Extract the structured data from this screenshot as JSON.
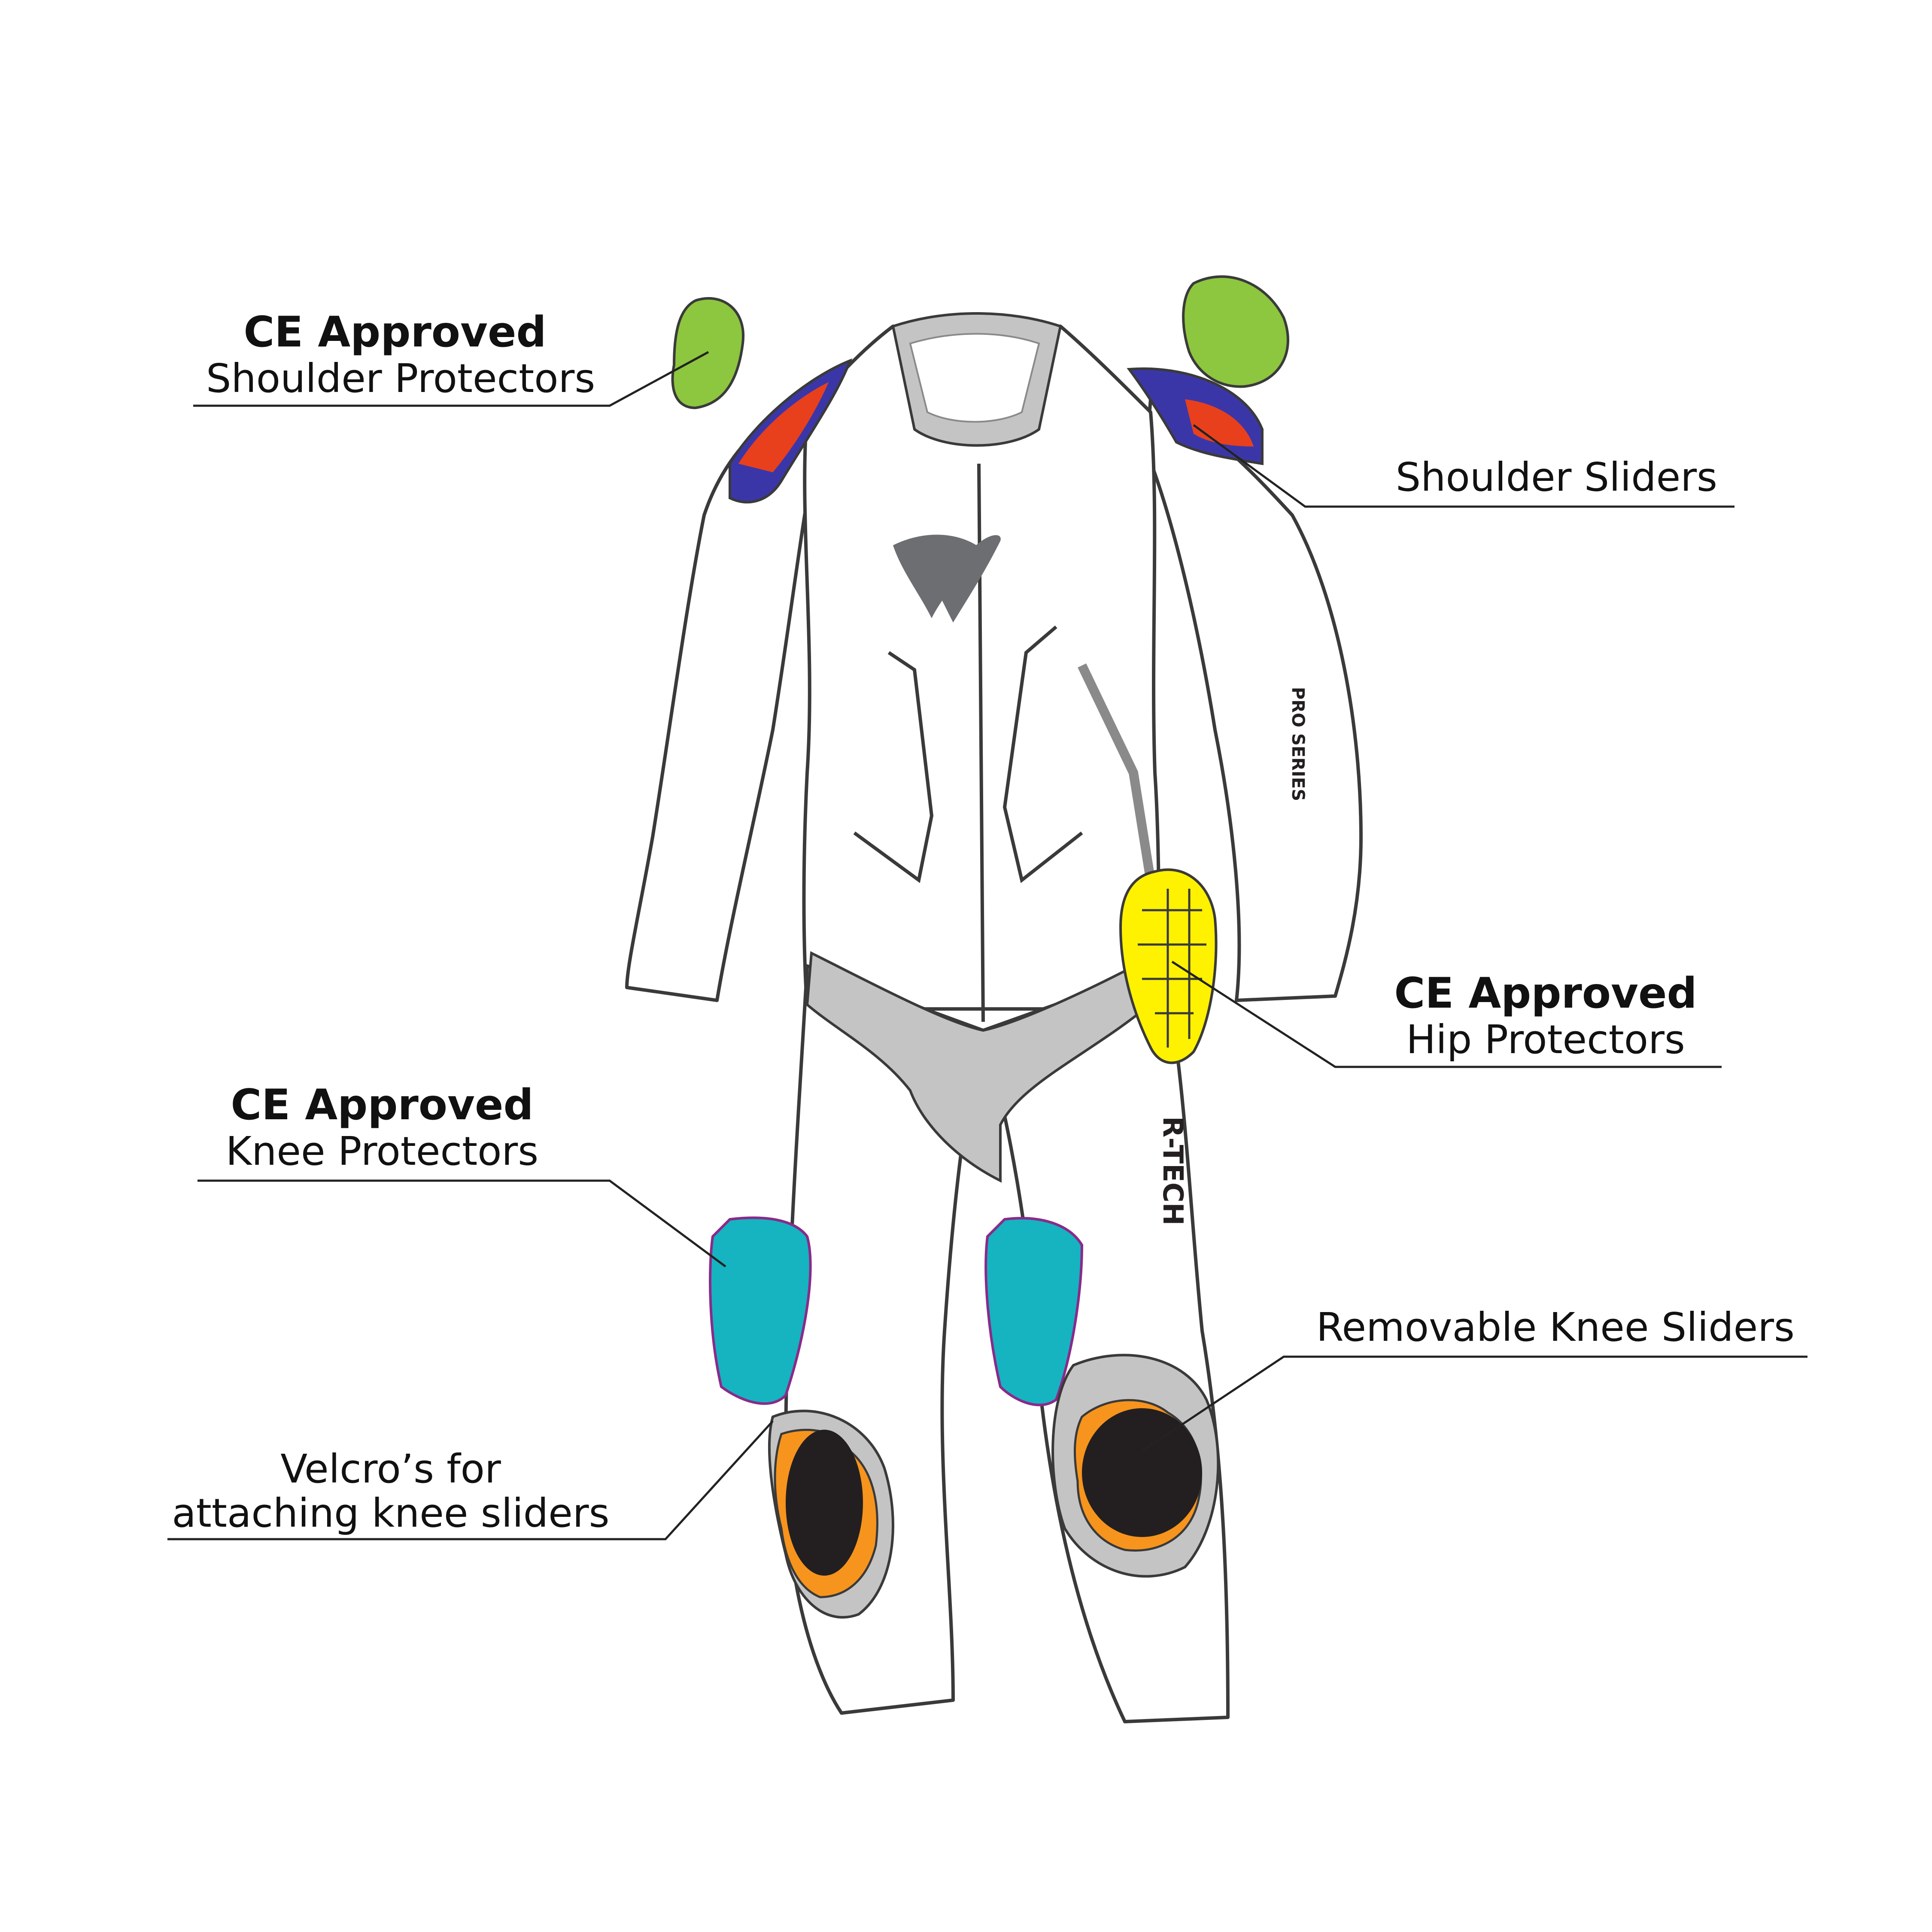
{
  "colors": {
    "outline": "#3a3a3a",
    "panel_gray": "#c4c4c4",
    "dark_gray": "#8a8a8a",
    "shoulder_protector": "#8dc63f",
    "slider_red": "#e8401c",
    "slider_blue": "#3b36a8",
    "hip_protector": "#fff200",
    "knee_protector": "#16b3c1",
    "knee_slider_orange": "#f7941d",
    "knee_slider_black": "#231f20",
    "leader_line": "#222222"
  },
  "callouts": {
    "shoulder_protectors": {
      "bold": "CE Approved",
      "text": "Shoulder Protectors"
    },
    "shoulder_sliders": {
      "text": "Shoulder Sliders"
    },
    "hip_protectors": {
      "bold": "CE Approved",
      "text": "Hip Protectors"
    },
    "knee_protectors": {
      "bold": "CE Approved",
      "text": "Knee Protectors"
    },
    "removable_knee_sliders": {
      "text": "Removable Knee Sliders"
    },
    "velcros": {
      "line1": "Velcro’s for",
      "line2": "attaching knee sliders"
    }
  },
  "suit_text": {
    "sleeve_print": "PRO SERIES",
    "brand": "R-TECH"
  }
}
